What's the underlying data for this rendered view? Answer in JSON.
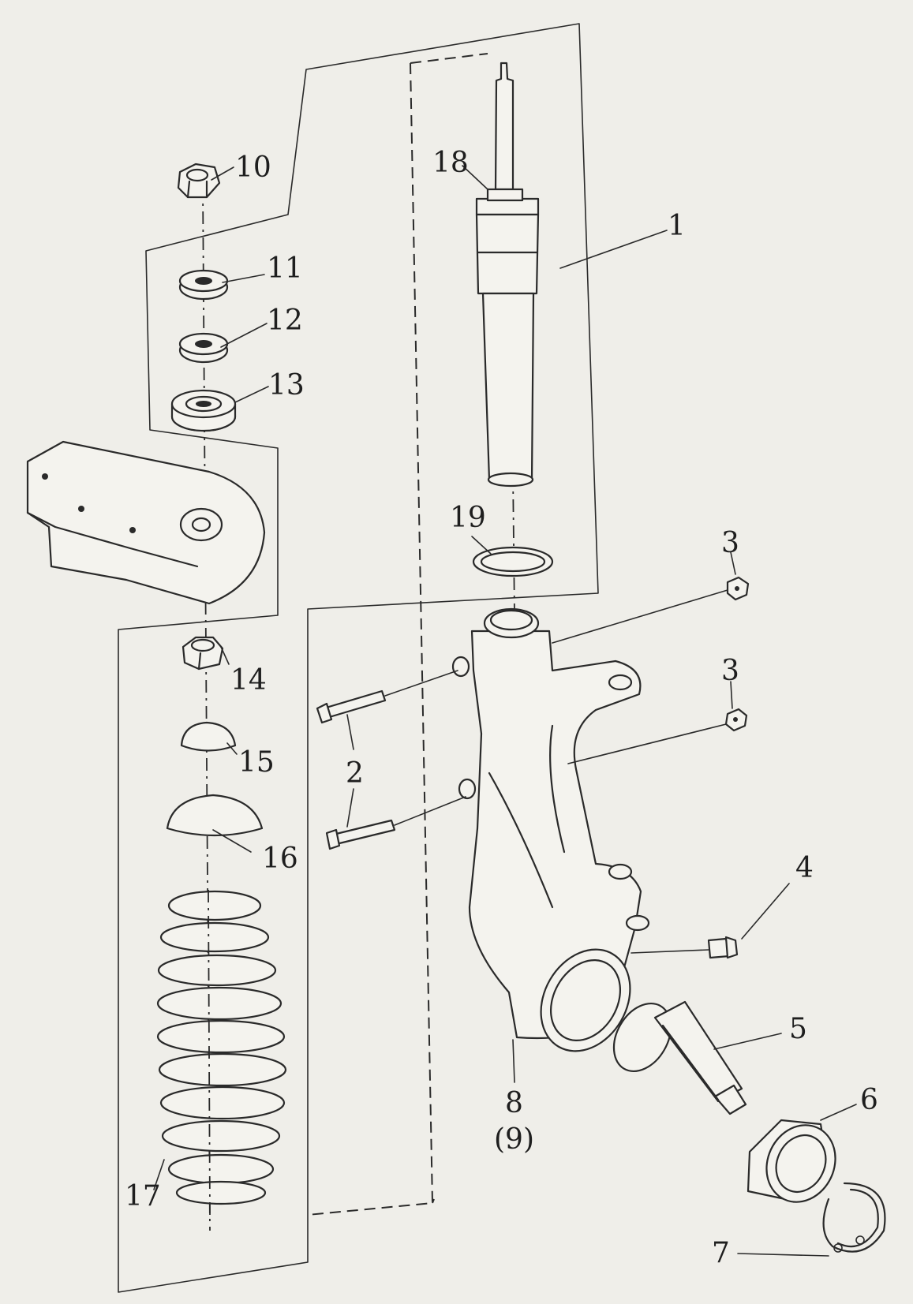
{
  "callouts": [
    {
      "key": "c10",
      "text": "10"
    },
    {
      "key": "c11",
      "text": "11"
    },
    {
      "key": "c12",
      "text": "12"
    },
    {
      "key": "c13",
      "text": "13"
    },
    {
      "key": "c14",
      "text": "14"
    },
    {
      "key": "c15",
      "text": "15"
    },
    {
      "key": "c16",
      "text": "16"
    },
    {
      "key": "c17",
      "text": "17"
    },
    {
      "key": "c18",
      "text": "18"
    },
    {
      "key": "c1",
      "text": "1"
    },
    {
      "key": "c19",
      "text": "19"
    },
    {
      "key": "c3a",
      "text": "3"
    },
    {
      "key": "c3b",
      "text": "3"
    },
    {
      "key": "c2",
      "text": "2"
    },
    {
      "key": "c4",
      "text": "4"
    },
    {
      "key": "c5",
      "text": "5"
    },
    {
      "key": "c6",
      "text": "6"
    },
    {
      "key": "c8",
      "text": "8"
    },
    {
      "key": "c9",
      "text": "(9)"
    },
    {
      "key": "c7",
      "text": "7"
    }
  ]
}
